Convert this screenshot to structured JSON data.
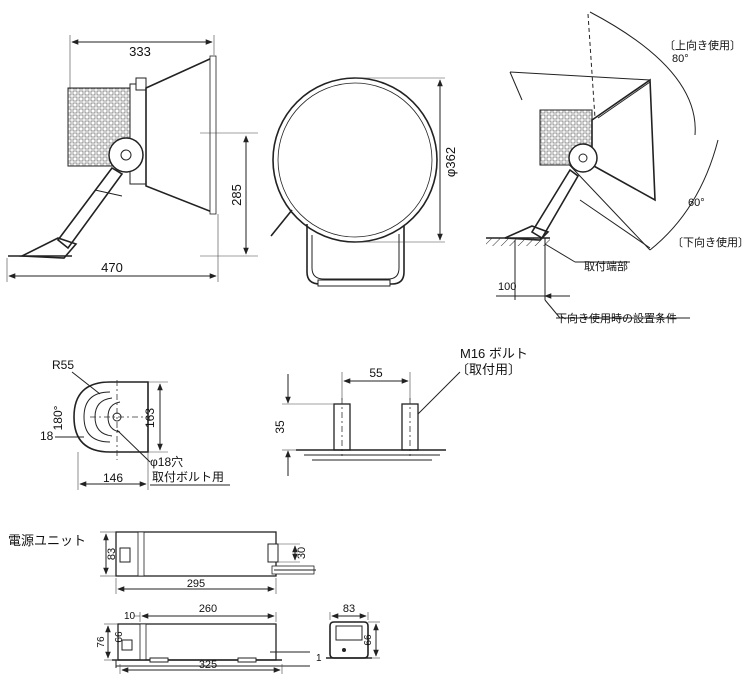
{
  "lamp_side": {
    "width_top": "333",
    "height": "285",
    "total_width": "470"
  },
  "lamp_front": {
    "diameter": "φ362"
  },
  "lamp_tilt": {
    "up_label": "〔上向き使用〕",
    "up_angle": "80°",
    "down_angle": "60°",
    "down_label": "〔下向き使用〕",
    "mount_end": "取付端部",
    "dist": "100",
    "condition": "下向き使用時の設置条件"
  },
  "base_plate": {
    "radius": "R55",
    "angle": "180°",
    "edge": "18",
    "width": "146",
    "height": "163",
    "hole": "φ18穴",
    "hole_note": "取付ボルト用"
  },
  "bolts": {
    "spacing": "55",
    "height": "35",
    "label": "M16 ボルト",
    "sub": "〔取付用〕"
  },
  "power_unit": {
    "title": "電源ユニット",
    "top_height": "83",
    "top_small": "30",
    "top_length": "295",
    "side_offset": "10",
    "side_len": "260",
    "side_h1": "76",
    "side_h2": "66",
    "side_total": "325",
    "end_width": "83",
    "end_height": "66",
    "end_small": "1"
  }
}
